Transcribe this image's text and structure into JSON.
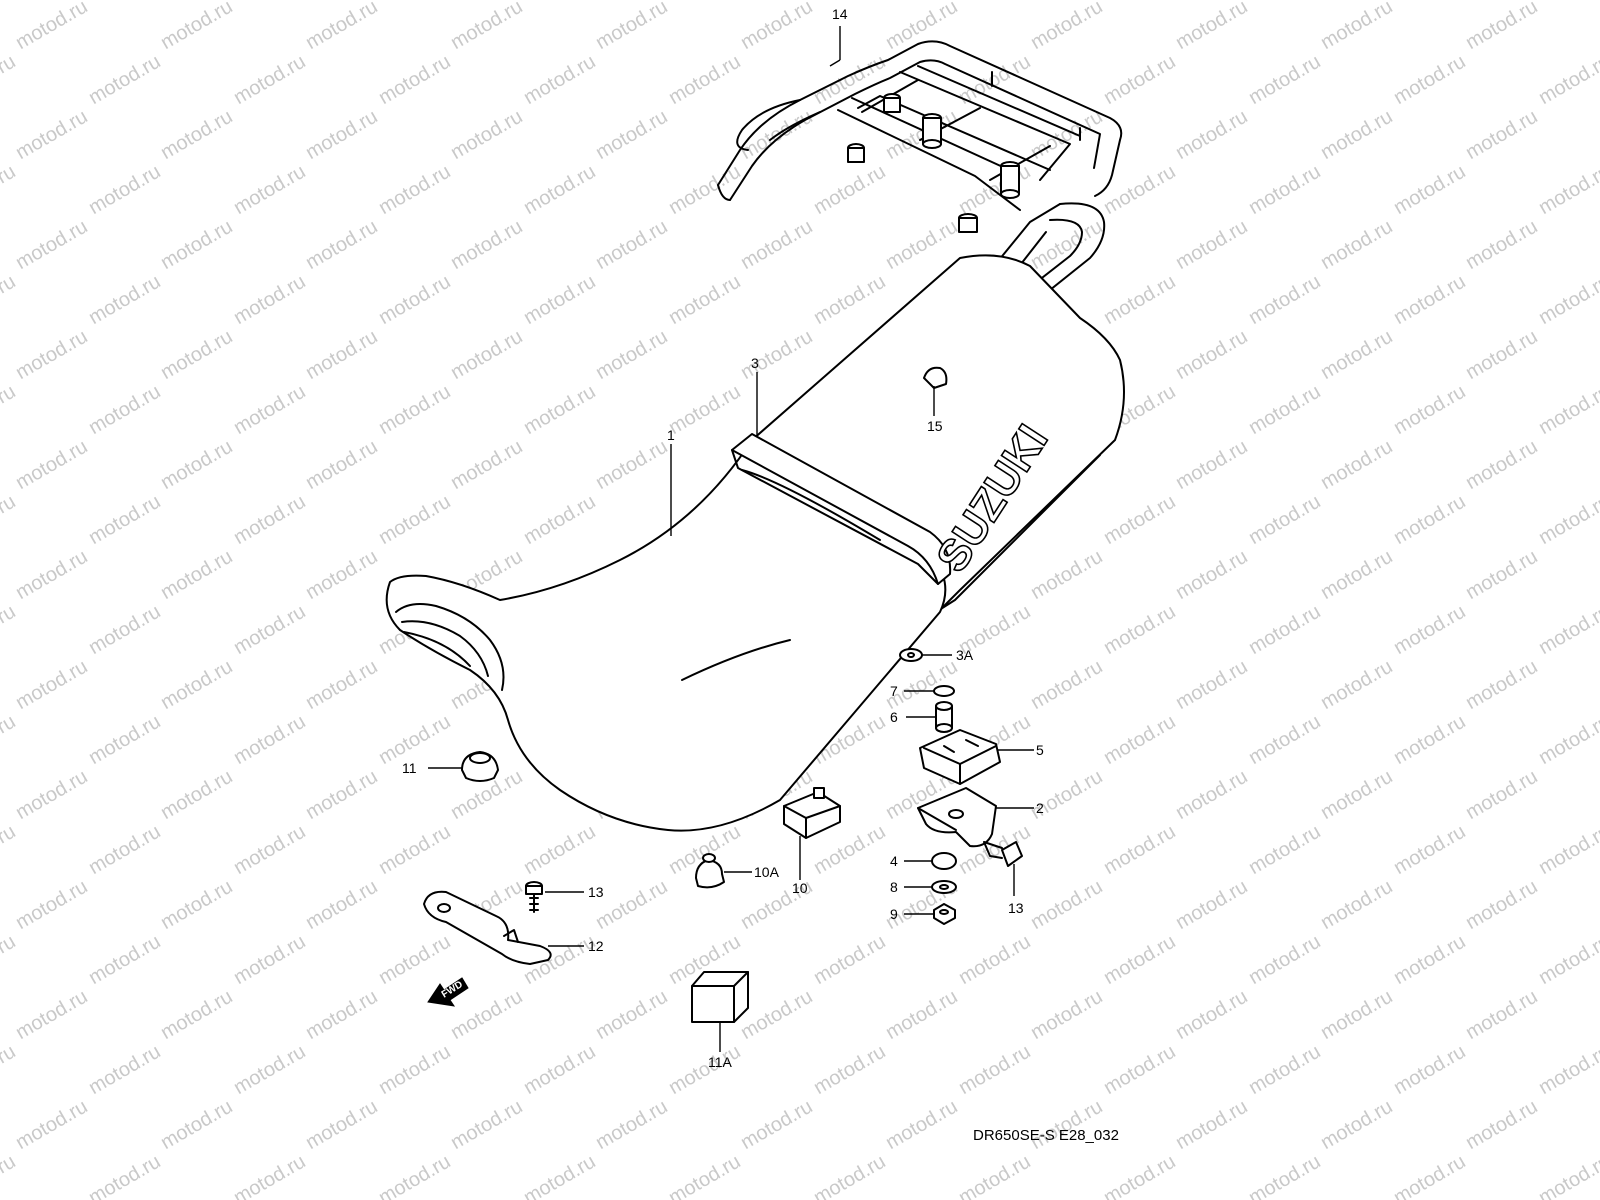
{
  "watermark": "motod.ru",
  "drawing_code": "DR650SE-S E28_032",
  "brand_text": "SUZUKI",
  "fwd_text": "FWD",
  "callouts": {
    "c1": "1",
    "c2": "2",
    "c3": "3",
    "c3a": "3A",
    "c4": "4",
    "c5": "5",
    "c6": "6",
    "c7": "7",
    "c8": "8",
    "c9": "9",
    "c10": "10",
    "c10a": "10A",
    "c11": "11",
    "c11a": "11A",
    "c12": "12",
    "c13a": "13",
    "c13b": "13",
    "c14": "14",
    "c15": "15"
  }
}
